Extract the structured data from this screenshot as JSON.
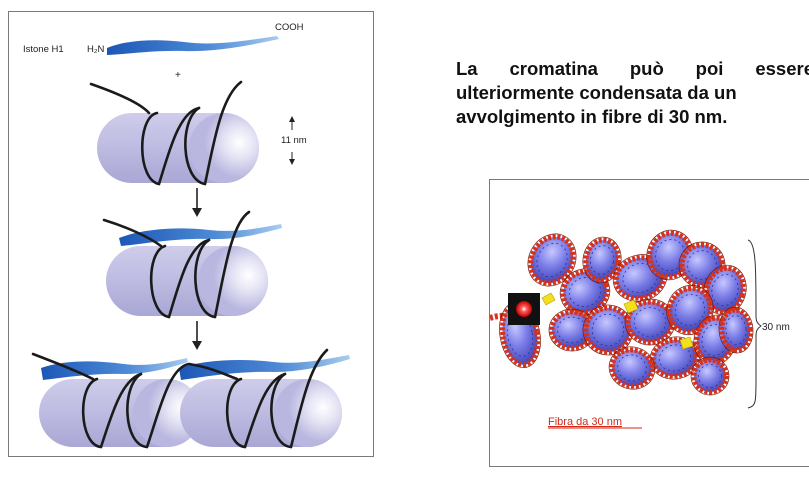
{
  "left_figure": {
    "histone_label": "Istone H1",
    "n_terminus": "H₂N",
    "c_terminus": "COOH",
    "charge_sign": "+",
    "dimension_label": "11 nm"
  },
  "slide_text": {
    "line1": "La cromatina può poi essere",
    "line2": "ulteriormente condensata da un",
    "line3": "avvolgimento in fibre di 30 nm."
  },
  "right_figure": {
    "fiber_caption": "Fibra da 30 nm",
    "dimension_label": "30 nm"
  },
  "colors": {
    "nucleosome_fill": "#b9b7df",
    "histone_tail": "#3f77c6",
    "dna_red": "#d8311a",
    "core_blue": "#6d6fe0",
    "linker_yellow": "#f2e01c",
    "caption_red": "#d42a1a"
  }
}
